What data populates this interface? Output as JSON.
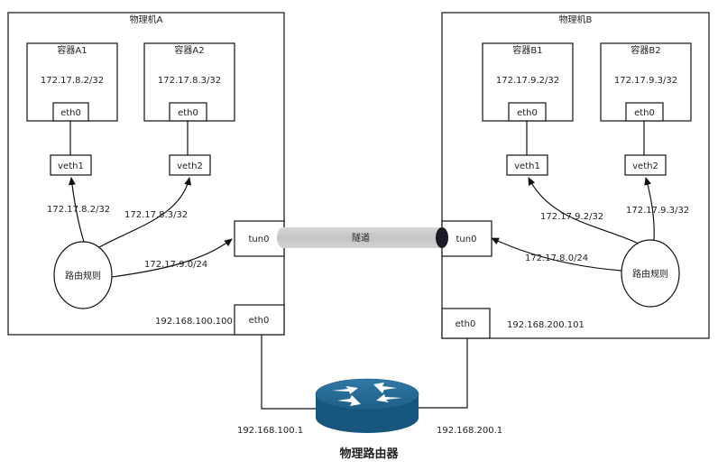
{
  "hostA": {
    "title": "物理机A",
    "containerA1": {
      "title": "容器A1",
      "ip": "172.17.8.2/32",
      "eth": "eth0"
    },
    "containerA2": {
      "title": "容器A2",
      "ip": "172.17.8.3/32",
      "eth": "eth0"
    },
    "veth1": "veth1",
    "veth2": "veth2",
    "route_to_veth1": "172.17.8.2/32",
    "route_to_veth2": "172.17.8.3/32",
    "route_to_tun": "172.17.9.0/24",
    "route_rules": "路由规则",
    "tun": "tun0",
    "eth": "eth0",
    "host_ip": "192.168.100.100"
  },
  "hostB": {
    "title": "物理机B",
    "containerB1": {
      "title": "容器B1",
      "ip": "172.17.9.2/32",
      "eth": "eth0"
    },
    "containerB2": {
      "title": "容器B2",
      "ip": "172.17.9.3/32",
      "eth": "eth0"
    },
    "veth1": "veth1",
    "veth2": "veth2",
    "route_to_veth1": "172.17.9.2/32",
    "route_to_veth2": "172.17.9.3/32",
    "route_to_tun": "172.17.8.0/24",
    "route_rules": "路由规则",
    "tun": "tun0",
    "eth": "eth0",
    "host_ip": "192.168.200.101"
  },
  "tunnel": {
    "label": "隧道"
  },
  "router": {
    "title": "物理路由器",
    "left_ip": "192.168.100.1",
    "right_ip": "192.168.200.1"
  }
}
